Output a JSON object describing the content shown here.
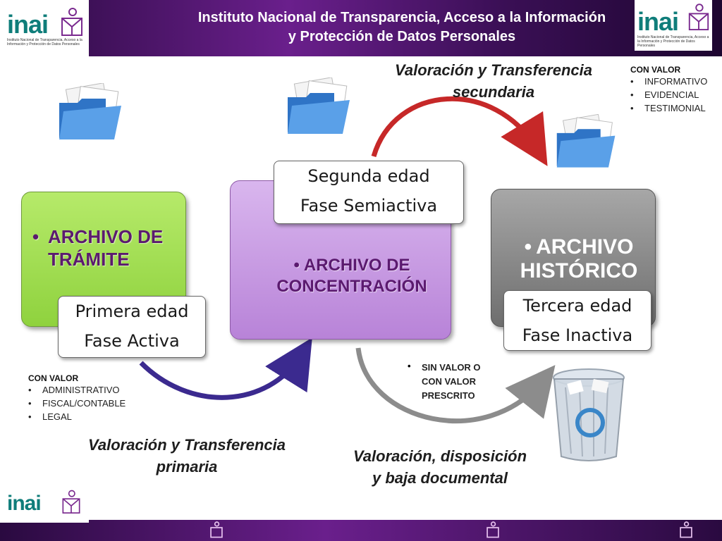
{
  "header": {
    "title_line1": "Instituto Nacional de Transparencia, Acceso a la Información",
    "title_line2": "y Protección de Datos Personales",
    "logo_word": "inai",
    "logo_caption": "Instituto Nacional de Transparencia, Acceso a la Información y Protección de Datos Personales"
  },
  "phases": {
    "tramite": {
      "title": "ARCHIVO DE TRÁMITE",
      "age": "Primera edad",
      "phase": "Fase Activa",
      "color": "#a8e05a"
    },
    "concentracion": {
      "title": "ARCHIVO DE CONCENTRACIÓN",
      "age": "Segunda edad",
      "phase": "Fase Semiactiva",
      "color": "#c79be0"
    },
    "historico": {
      "title": "ARCHIVO HISTÓRICO",
      "age": "Tercera edad",
      "phase": "Fase Inactiva",
      "color": "#8a8a8a"
    }
  },
  "captions": {
    "secundaria": "Valoración y Transferencia secundaria",
    "primaria": "Valoración y Transferencia primaria",
    "baja": "Valoración, disposición y baja documental"
  },
  "lists": {
    "historico_values": {
      "heading": "CON VALOR",
      "items": [
        "INFORMATIVO",
        "EVIDENCIAL",
        "TESTIMONIAL"
      ]
    },
    "tramite_values": {
      "heading": "CON VALOR",
      "items": [
        "ADMINISTRATIVO",
        "FISCAL/CONTABLE",
        "LEGAL"
      ]
    },
    "baja_values": {
      "items": [
        "SIN VALOR O CON VALOR PRESCRITO"
      ]
    }
  },
  "colors": {
    "header_purple": "#5b1a7a",
    "arrow_red": "#c62828",
    "arrow_purple": "#3b2a8f",
    "arrow_gray": "#8c8c8c"
  },
  "icons": [
    "folder-icon",
    "trash-bin-icon",
    "inai-logo-icon"
  ]
}
